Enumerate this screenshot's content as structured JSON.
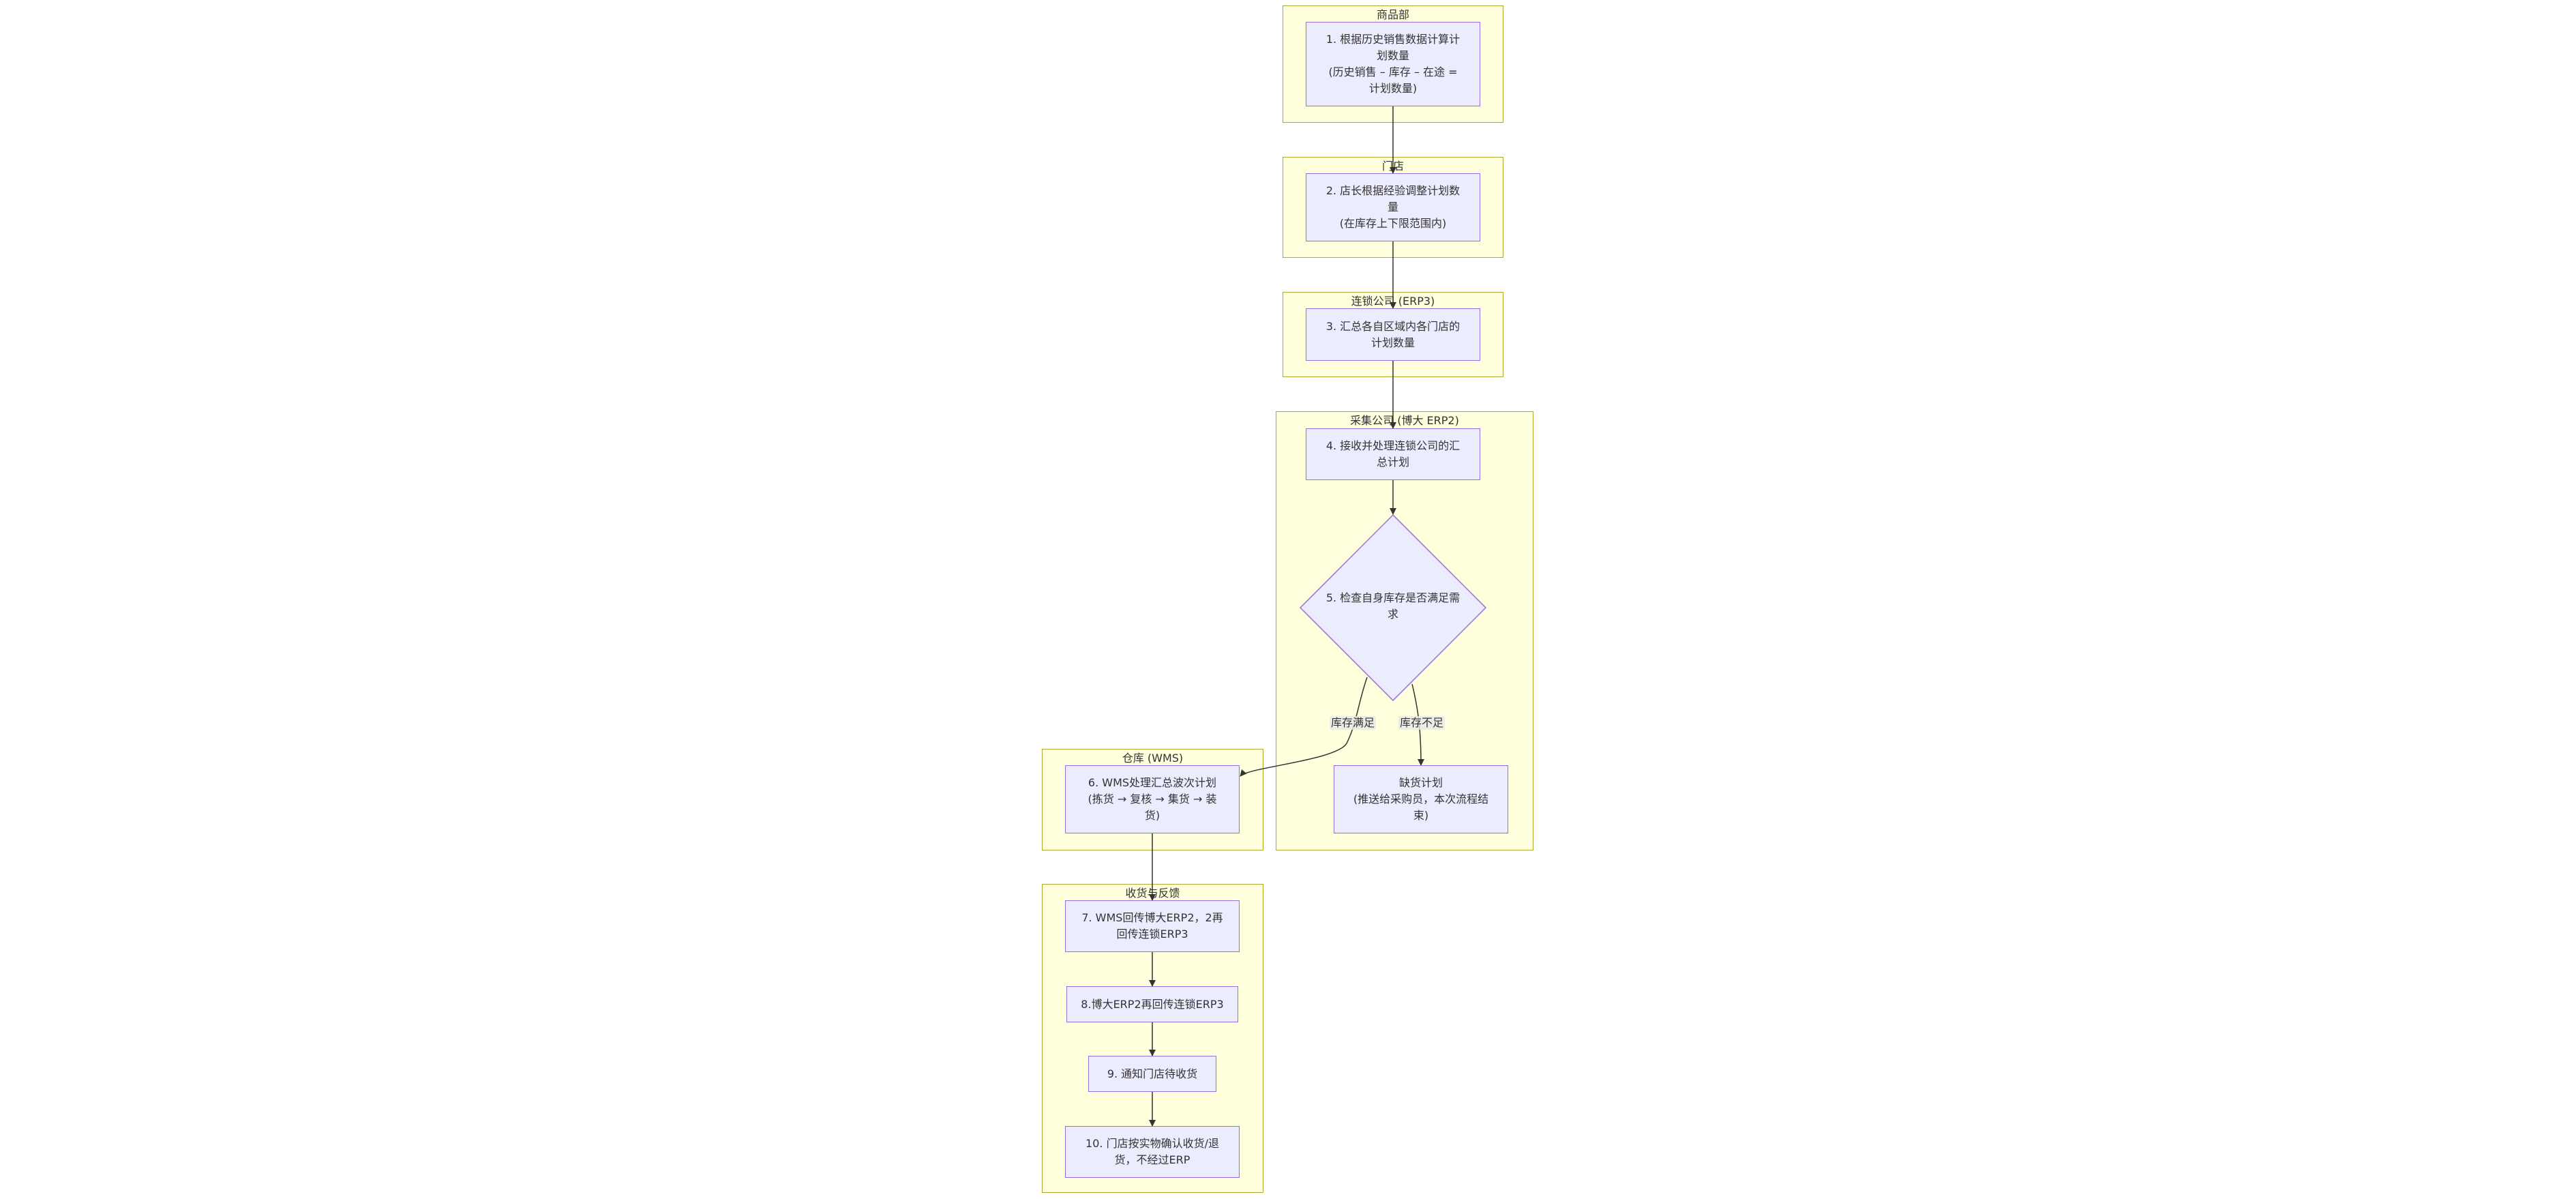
{
  "lanes": {
    "merch": "商品部",
    "store": "门店",
    "chain": "连锁公司 (ERP3)",
    "purchase": "采集公司 (博大 ERP2)",
    "warehouse": "仓库 (WMS)",
    "receive": "收货与反馈"
  },
  "nodes": {
    "n1": "1. 根据历史销售数据计算计\n划数量\n(历史销售 – 库存 – 在途 =\n计划数量)",
    "n2": "2. 店长根据经验调整计划数\n量\n(在库存上下限范围内)",
    "n3": "3. 汇总各自区域内各门店的\n计划数量",
    "n4": "4. 接收并处理连锁公司的汇\n总计划",
    "n5": "5. 检查自身库存是否满足需\n求",
    "n_short": "缺货计划\n(推送给采购员，本次流程结\n束)",
    "n6": "6. WMS处理汇总波次计划\n(拣货 → 复核 → 集货 → 装\n货)",
    "n7": "7. WMS回传博大ERP2，2再\n回传连锁ERP3",
    "n8": "8.博大ERP2再回传连锁ERP3",
    "n9": "9. 通知门店待收货",
    "n10": "10. 门店按实物确认收货/退\n货，不经过ERP"
  },
  "edge_labels": {
    "ok": "库存满足",
    "short": "库存不足"
  },
  "colors": {
    "lane_fill": "#ffffde",
    "lane_border": "#aaaa33",
    "node_fill": "#ececff",
    "node_border": "#9370db",
    "edge": "#333333"
  }
}
